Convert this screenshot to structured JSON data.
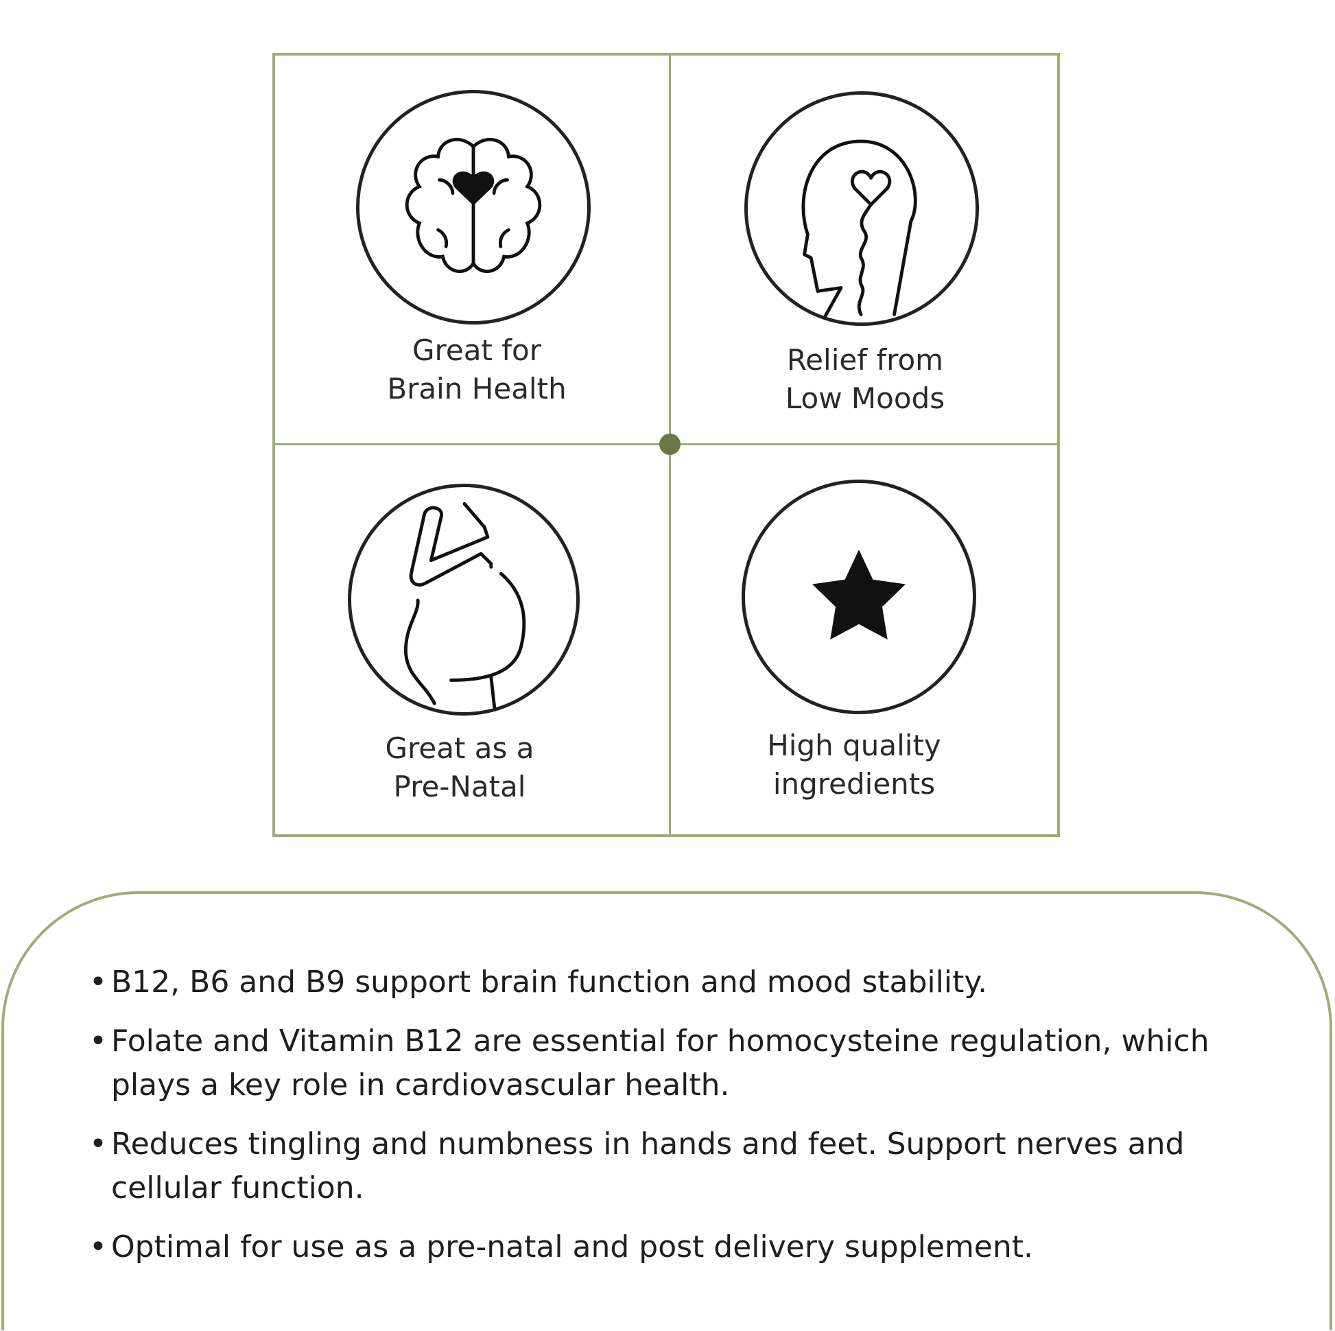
{
  "colors": {
    "border": "#9fae74",
    "dot": "#6b7748",
    "ink": "#222222"
  },
  "features": [
    {
      "icon": "brain-heart-icon",
      "line1": "Great for",
      "line2": "Brain Health"
    },
    {
      "icon": "head-heart-icon",
      "line1": "Relief from",
      "line2": "Low Moods"
    },
    {
      "icon": "pregnant-woman-icon",
      "line1": "Great as a",
      "line2": "Pre-Natal"
    },
    {
      "icon": "star-icon",
      "line1": "High quality",
      "line2": "ingredients"
    }
  ],
  "bullets": [
    "B12, B6 and B9 support brain function and mood stability.",
    "Folate and Vitamin B12 are essential for homocysteine regulation, which plays a key role in cardiovascular health.",
    "Reduces tingling and numbness in hands and feet. Support nerves and cellular function.",
    "Optimal for use as a pre-natal and post delivery supplement."
  ]
}
